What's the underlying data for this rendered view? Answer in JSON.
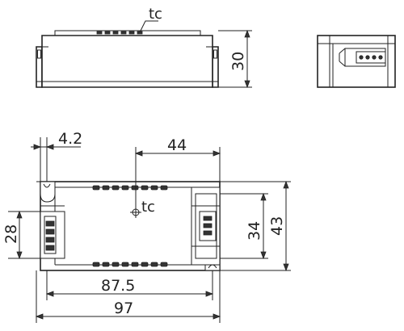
{
  "drawing": {
    "tc_label_top": "tc",
    "tc_label_plan": "tc",
    "dim_height": "30",
    "dim_offset": "4.2",
    "dim_spacing": "44",
    "dim_terminal_width": "28",
    "dim_inner_width": "34",
    "dim_overall_width": "43",
    "dim_mounting_length": "87.5",
    "dim_overall_length": "97"
  },
  "colors": {
    "line": "#222222",
    "fill": "#ffffff",
    "terminal": "#333333"
  }
}
